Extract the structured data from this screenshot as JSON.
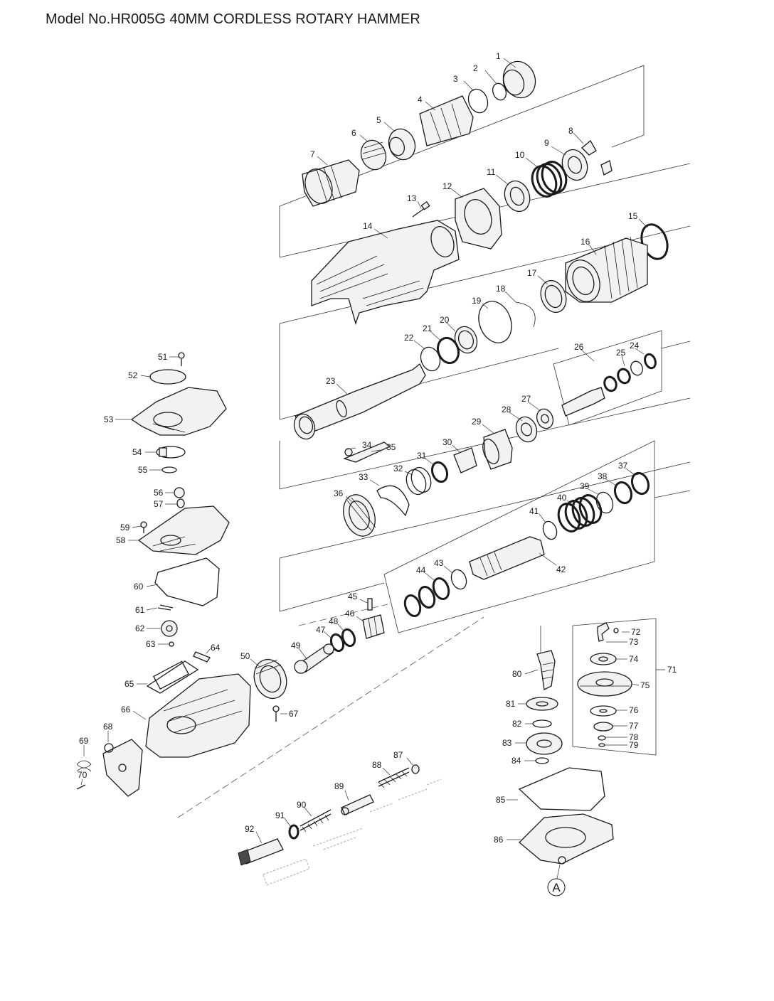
{
  "title": "Model No.HR005G 40MM CORDLESS ROTARY HAMMER",
  "marker": "A",
  "parts": [
    {
      "no": "1"
    },
    {
      "no": "2"
    },
    {
      "no": "3"
    },
    {
      "no": "4"
    },
    {
      "no": "5"
    },
    {
      "no": "6"
    },
    {
      "no": "7"
    },
    {
      "no": "8"
    },
    {
      "no": "9"
    },
    {
      "no": "10"
    },
    {
      "no": "11"
    },
    {
      "no": "12"
    },
    {
      "no": "13"
    },
    {
      "no": "14"
    },
    {
      "no": "15"
    },
    {
      "no": "16"
    },
    {
      "no": "17"
    },
    {
      "no": "18"
    },
    {
      "no": "19"
    },
    {
      "no": "20"
    },
    {
      "no": "21"
    },
    {
      "no": "22"
    },
    {
      "no": "23"
    },
    {
      "no": "24"
    },
    {
      "no": "25"
    },
    {
      "no": "26"
    },
    {
      "no": "27"
    },
    {
      "no": "28"
    },
    {
      "no": "29"
    },
    {
      "no": "30"
    },
    {
      "no": "31"
    },
    {
      "no": "32"
    },
    {
      "no": "33"
    },
    {
      "no": "34"
    },
    {
      "no": "35"
    },
    {
      "no": "36"
    },
    {
      "no": "37"
    },
    {
      "no": "38"
    },
    {
      "no": "39"
    },
    {
      "no": "40"
    },
    {
      "no": "41"
    },
    {
      "no": "42"
    },
    {
      "no": "43"
    },
    {
      "no": "44"
    },
    {
      "no": "45"
    },
    {
      "no": "46"
    },
    {
      "no": "47"
    },
    {
      "no": "48"
    },
    {
      "no": "49"
    },
    {
      "no": "50"
    },
    {
      "no": "51"
    },
    {
      "no": "52"
    },
    {
      "no": "53"
    },
    {
      "no": "54"
    },
    {
      "no": "55"
    },
    {
      "no": "56"
    },
    {
      "no": "57"
    },
    {
      "no": "58"
    },
    {
      "no": "59"
    },
    {
      "no": "60"
    },
    {
      "no": "61"
    },
    {
      "no": "62"
    },
    {
      "no": "63"
    },
    {
      "no": "64"
    },
    {
      "no": "65"
    },
    {
      "no": "66"
    },
    {
      "no": "67"
    },
    {
      "no": "68"
    },
    {
      "no": "69"
    },
    {
      "no": "70"
    },
    {
      "no": "71"
    },
    {
      "no": "72"
    },
    {
      "no": "73"
    },
    {
      "no": "74"
    },
    {
      "no": "75"
    },
    {
      "no": "76"
    },
    {
      "no": "77"
    },
    {
      "no": "78"
    },
    {
      "no": "79"
    },
    {
      "no": "80"
    },
    {
      "no": "81"
    },
    {
      "no": "82"
    },
    {
      "no": "83"
    },
    {
      "no": "84"
    },
    {
      "no": "85"
    },
    {
      "no": "86"
    },
    {
      "no": "87"
    },
    {
      "no": "88"
    },
    {
      "no": "89"
    },
    {
      "no": "90"
    },
    {
      "no": "91"
    },
    {
      "no": "92"
    }
  ]
}
